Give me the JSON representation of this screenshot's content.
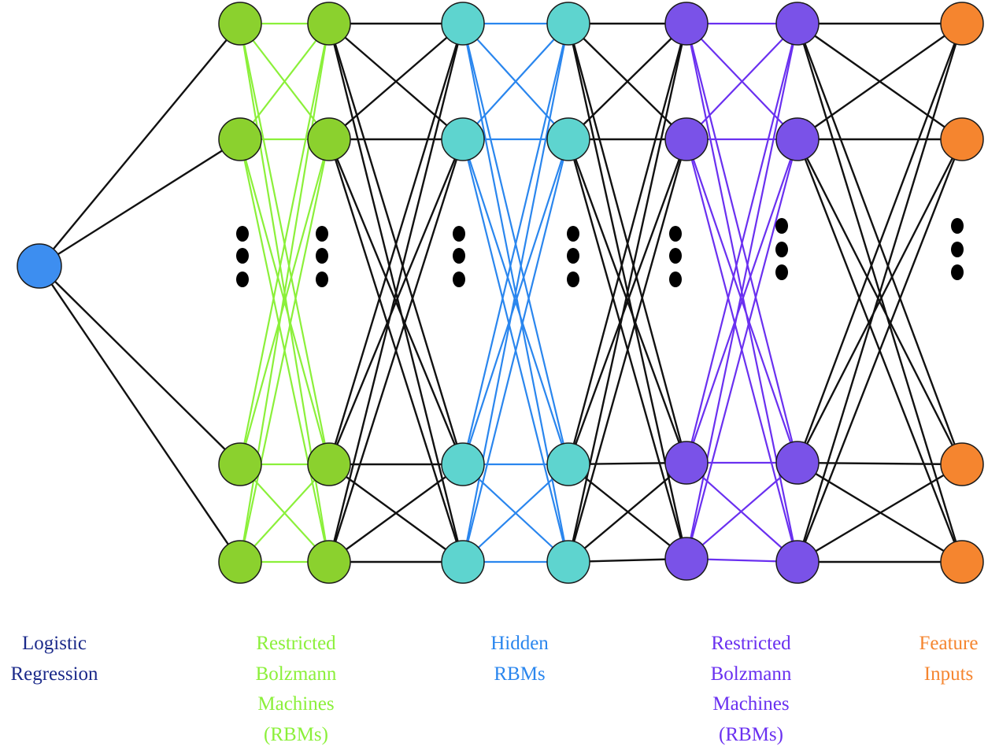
{
  "colors": {
    "logistic": "#3d8ef0",
    "logistic_text": "#1b2a8a",
    "rbm1": "#8bd12e",
    "rbm1_edge": "#8bf03a",
    "hidden": "#5ed4cf",
    "hidden_edge": "#2a86ee",
    "rbm2": "#7a52e8",
    "rbm2_edge": "#6a30f0",
    "feature": "#f5852f",
    "black_edge": "#111111"
  },
  "labels": {
    "logistic_regression": {
      "lines": [
        "Logistic",
        "Regression"
      ]
    },
    "rbm_left": {
      "lines": [
        "Restricted",
        "Bolzmann",
        "Machines",
        "(RBMs)"
      ]
    },
    "hidden_rbms": {
      "lines": [
        "Hidden",
        "RBMs"
      ]
    },
    "rbm_right": {
      "lines": [
        "Restricted",
        "Bolzmann",
        "Machines",
        "(RBMs)"
      ]
    },
    "feature_inputs": {
      "lines": [
        "Feature",
        "Inputs"
      ]
    }
  }
}
